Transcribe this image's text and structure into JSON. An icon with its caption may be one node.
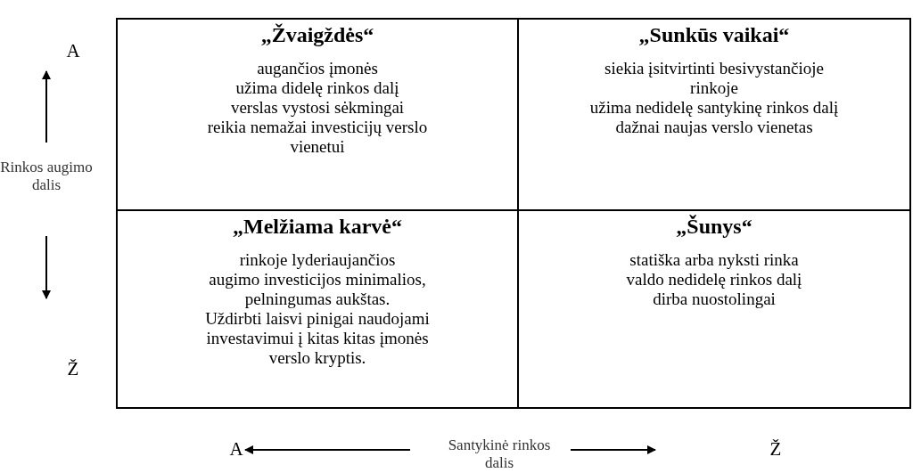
{
  "diagram": {
    "nodes": [
      {
        "text": [
          "„Žvaigždės“",
          "augančios įmonės",
          "užima didelę rinkos dalį",
          "verslas vystosi sėkmingai",
          "reikia nemažai investicijų verslo vienetui"
        ]
      },
      {
        "text": [
          "„Sunkūs vaikai“",
          "siekia įsitvirtinti besivystančioje rinkoje",
          "užima nedidelę santykinę rinkos dalį",
          "dažnai naujas verslo vienetas"
        ]
      },
      {
        "text": [
          "„Melžiama karvė“",
          "rinkoje lyderiaujančios",
          "augimo investicijos minimalios, pelningumas aukštas.",
          "Uždirbti laisvi pinigai naudojami investavimui į kitas kitas įmonės verslo kryptis."
        ]
      },
      {
        "text": [
          "„Šunys“",
          "statiška arba nyksti rinka",
          "valdo nedidelę rinkos dalį",
          "dirba nuostolingai"
        ]
      }
    ],
    "labels": [
      "A",
      "Rinkos augimo dalis",
      "Ž",
      "A",
      "Santykinė rinkos dalis",
      "Ž"
    ]
  }
}
